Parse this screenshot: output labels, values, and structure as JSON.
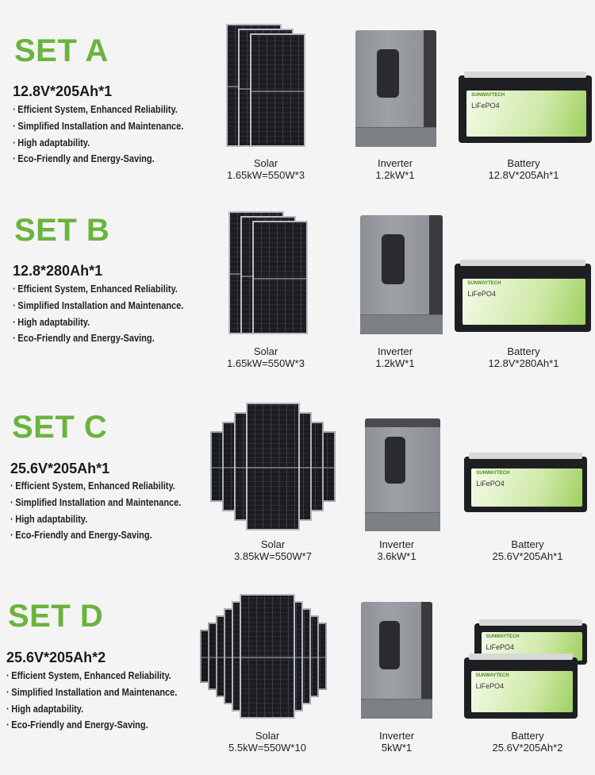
{
  "colors": {
    "accent": "#6ab43e",
    "background": "#f4f4f4",
    "text": "#1a1a1a"
  },
  "battery_label": {
    "brand": "SUNWAYTECH",
    "chemistry": "LiFePO4"
  },
  "sets": [
    {
      "title": "SET A",
      "spec": "12.8V*205Ah*1",
      "bullets": [
        "Efficient System, Enhanced Reliability.",
        "Simplified Installation and Maintenance.",
        "High adaptability.",
        "Eco-Friendly and Energy-Saving."
      ],
      "components": [
        {
          "label": "Solar",
          "value": "1.65kW=550W*3"
        },
        {
          "label": "Inverter",
          "value": "1.2kW*1"
        },
        {
          "label": "Battery",
          "value": "12.8V*205Ah*1"
        }
      ]
    },
    {
      "title": "SET B",
      "spec": "12.8*280Ah*1",
      "bullets": [
        "Efficient System, Enhanced Reliability.",
        "Simplified Installation and Maintenance.",
        "High adaptability.",
        "Eco-Friendly and Energy-Saving."
      ],
      "components": [
        {
          "label": "Solar",
          "value": "1.65kW=550W*3"
        },
        {
          "label": "Inverter",
          "value": "1.2kW*1"
        },
        {
          "label": "Battery",
          "value": "12.8V*280Ah*1"
        }
      ]
    },
    {
      "title": "SET C",
      "spec": "25.6V*205Ah*1",
      "bullets": [
        "Efficient System, Enhanced Reliability.",
        "Simplified Installation and Maintenance.",
        "High adaptability.",
        "Eco-Friendly and Energy-Saving."
      ],
      "components": [
        {
          "label": "Solar",
          "value": "3.85kW=550W*7"
        },
        {
          "label": "Inverter",
          "value": "3.6kW*1"
        },
        {
          "label": "Battery",
          "value": "25.6V*205Ah*1"
        }
      ]
    },
    {
      "title": "SET D",
      "spec": "25.6V*205Ah*2",
      "bullets": [
        "Efficient System, Enhanced Reliability.",
        "Simplified Installation and Maintenance.",
        "High adaptability.",
        "Eco-Friendly and Energy-Saving."
      ],
      "components": [
        {
          "label": "Solar",
          "value": "5.5kW=550W*10"
        },
        {
          "label": "Inverter",
          "value": "5kW*1"
        },
        {
          "label": "Battery",
          "value": "25.6V*205Ah*2"
        }
      ]
    }
  ]
}
